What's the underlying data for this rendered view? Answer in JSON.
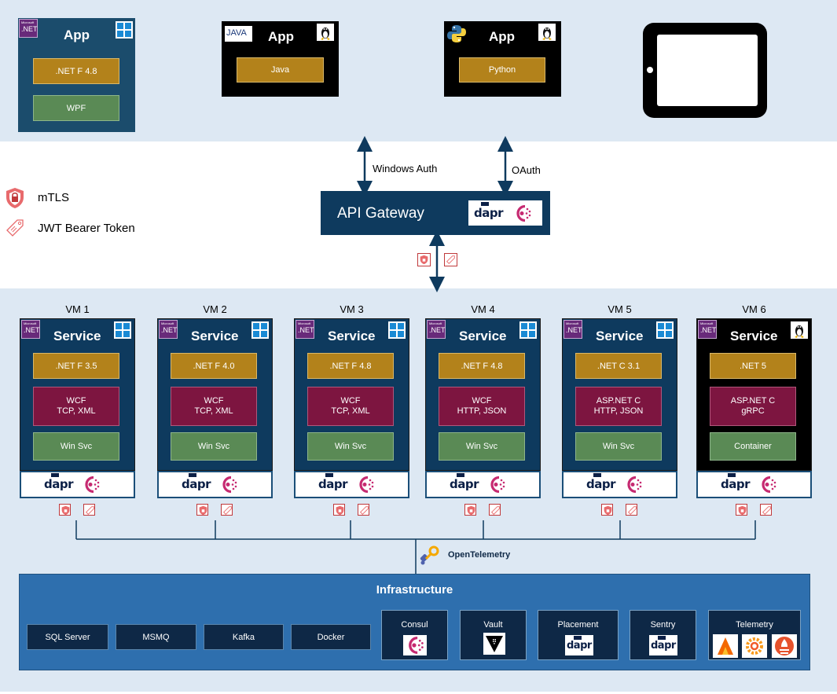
{
  "clients": {
    "dotnet_app": {
      "logo": ".NET",
      "logo_small": "Microsoft",
      "title": "App",
      "os": "windows-logo",
      "layers": [
        ".NET F 4.8",
        "WPF"
      ]
    },
    "java_app": {
      "logo": "JAVA",
      "title": "App",
      "os": "linux-logo",
      "layers": [
        "Java"
      ]
    },
    "python_app": {
      "logo": "python-logo",
      "title": "App",
      "os": "linux-logo",
      "layers": [
        "Python"
      ]
    },
    "tablet": {
      "icon": "tablet-device"
    }
  },
  "auth": {
    "windows": "Windows Auth",
    "oauth": "OAuth"
  },
  "legend": {
    "mtls": "mTLS",
    "jwt": "JWT Bearer Token"
  },
  "gateway": {
    "label": "API Gateway",
    "dapr": "dapr"
  },
  "vms": [
    {
      "name": "VM 1",
      "logo": ".NET",
      "title": "Service",
      "os": "windows",
      "runtime": ".NET F 3.5",
      "protocol": "WCF\nTCP, XML",
      "host": "Win Svc"
    },
    {
      "name": "VM 2",
      "logo": ".NET",
      "title": "Service",
      "os": "windows",
      "runtime": ".NET F 4.0",
      "protocol": "WCF\nTCP, XML",
      "host": "Win Svc"
    },
    {
      "name": "VM 3",
      "logo": ".NET",
      "title": "Service",
      "os": "windows",
      "runtime": ".NET F 4.8",
      "protocol": "WCF\nTCP, XML",
      "host": "Win Svc"
    },
    {
      "name": "VM 4",
      "logo": ".NET",
      "title": "Service",
      "os": "windows",
      "runtime": ".NET F 4.8",
      "protocol": "WCF\nHTTP, JSON",
      "host": "Win Svc"
    },
    {
      "name": "VM 5",
      "logo": ".NET",
      "title": "Service",
      "os": "windows",
      "runtime": ".NET C 3.1",
      "protocol": "ASP.NET C\nHTTP, JSON",
      "host": "Win Svc"
    },
    {
      "name": "VM 6",
      "logo": ".NET",
      "title": "Service",
      "os": "linux",
      "runtime": ".NET 5",
      "protocol": "ASP.NET C\ngRPC",
      "host": "Container"
    }
  ],
  "sidecar": {
    "dapr": "dapr"
  },
  "telemetry_link": {
    "label": "OpenTelemetry"
  },
  "infrastructure": {
    "title": "Infrastructure",
    "plain": [
      "SQL Server",
      "MSMQ",
      "Kafka",
      "Docker"
    ],
    "tiles": [
      {
        "label": "Consul",
        "icon": "consul-logo"
      },
      {
        "label": "Vault",
        "icon": "vault-logo"
      },
      {
        "label": "Placement",
        "icon": "dapr-logo",
        "text": "dapr"
      },
      {
        "label": "Sentry",
        "icon": "dapr-logo",
        "text": "dapr"
      },
      {
        "label": "Telemetry",
        "icon": "telemetry-logos"
      }
    ]
  },
  "colors": {
    "band": "#dde8f3",
    "app_blue": "#1b4c6c",
    "gateway": "#0e3a5e",
    "gold": "#b3821b",
    "wine": "#7d1540",
    "green": "#5a8a55",
    "infra": "#2e6fae",
    "consul": "#c62a71"
  }
}
